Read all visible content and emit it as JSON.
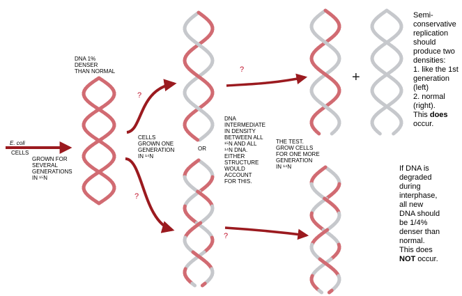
{
  "colors": {
    "heavy": "#d16b72",
    "light": "#c6c8cc",
    "arrow": "#9b1a1f",
    "question": "#c0102a"
  },
  "labels": {
    "ecoli": "E. coli",
    "cells": "CELLS",
    "grown_for_line1": "GROWN FOR",
    "grown_for_line2": "SEVERAL",
    "grown_for_line3": "GENERATIONS",
    "grown_for_line4": "IN ¹⁵N",
    "dna_denser_line1": "DNA 1%",
    "dna_denser_line2": "DENSER",
    "dna_denser_line3": "THAN NORMAL",
    "one_gen_line1": "CELLS",
    "one_gen_line2": "GROWN ONE",
    "one_gen_line3": "GENERATION",
    "one_gen_line4": "IN ¹⁴N",
    "or": "OR",
    "intermediate_line1": "DNA",
    "intermediate_line2": "INTERMEDIATE",
    "intermediate_line3": "IN DENSITY",
    "intermediate_line4": "BETWEEN ALL",
    "intermediate_line5": "¹⁵N AND ALL",
    "intermediate_line6": "¹⁴N DNA.",
    "intermediate_line7": "EITHER",
    "intermediate_line8": "STRUCTURE",
    "intermediate_line9": "WOULD",
    "intermediate_line10": "ACCOUNT",
    "intermediate_line11": "FOR THIS.",
    "test_line1": "THE TEST.",
    "test_line2": "GROW CELLS",
    "test_line3": "FOR ONE MORE",
    "test_line4": "GENERATION",
    "test_line5": "IN ¹⁴N",
    "question": "?",
    "plus": "+"
  },
  "notes": {
    "semi": {
      "line1": "Semi-",
      "line2": "conservative",
      "line3": "replication",
      "line4": "should",
      "line5": "produce two",
      "line6": "densities:",
      "line7": "1. like the 1st",
      "line8": "generation",
      "line9": "(left)",
      "line10": "2. normal",
      "line11": "(right).",
      "line12_prefix": "This ",
      "line12_bold": "does",
      "line13": "occur."
    },
    "degraded": {
      "line1": "If DNA is",
      "line2": "degraded",
      "line3": "during",
      "line4": "interphase,",
      "line5": "all new",
      "line6": "DNA should",
      "line7": "be 1/4%",
      "line8": "denser than",
      "line9": "normal.",
      "line10": "This does",
      "line11_bold": "NOT",
      "line11_suffix": " occur."
    }
  }
}
